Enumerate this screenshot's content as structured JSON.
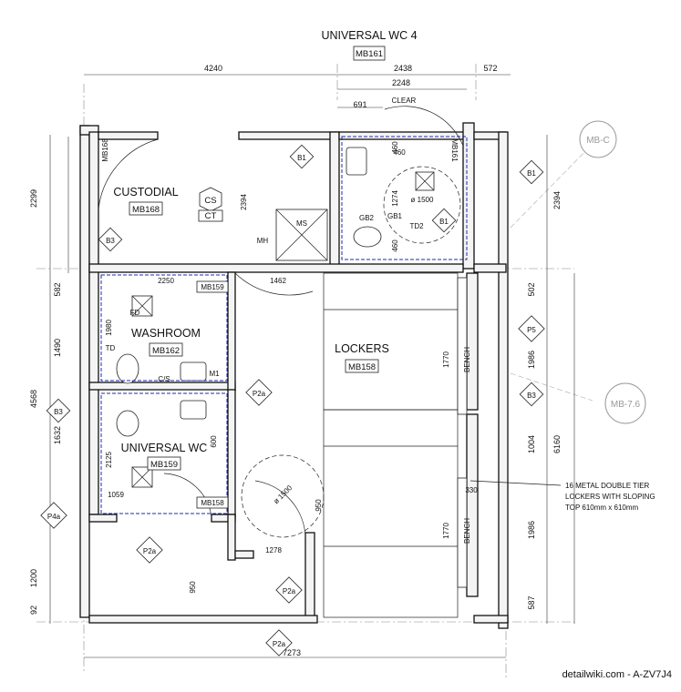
{
  "header": {
    "title": "UNIVERSAL WC 4",
    "room_code": "MB161"
  },
  "grid_refs": {
    "c1": "MB-C",
    "c2": "MB-7.6"
  },
  "top_dims": [
    "4240",
    "2438",
    "572",
    "2248",
    "691",
    "460"
  ],
  "clear_label": "CLEAR",
  "left_dims": [
    "2299",
    "582",
    "1490",
    "4568",
    "1632",
    "1200",
    "92"
  ],
  "right_dims": [
    "2394",
    "502",
    "1986",
    "6160",
    "1004",
    "1986",
    "587"
  ],
  "bottom_dim": "7273",
  "rooms": {
    "custodial": {
      "name": "CUSTODIAL",
      "code": "MB168"
    },
    "washroom": {
      "name": "WASHROOM",
      "code": "MB162"
    },
    "lockers": {
      "name": "LOCKERS",
      "code": "MB158"
    },
    "universal_wc": {
      "name": "UNIVERSAL WC",
      "code": "MB159"
    },
    "wc4": {
      "code": "MB161"
    }
  },
  "labels": {
    "mb168_door": "MB168",
    "mb161_door": "MB161",
    "mb159_top": "MB159",
    "mb158_door": "MB158",
    "cs": "CS",
    "ct": "CT",
    "ms": "MS",
    "mh": "MH",
    "fd": "FD",
    "td": "TD",
    "td2": "TD2",
    "m1": "M1",
    "cs2": "C/S",
    "gb1": "GB1",
    "gb2": "GB2",
    "bench": "BENCH",
    "dim_2250": "2250",
    "dim_1462": "1462",
    "dim_1980": "1980",
    "dim_1770a": "1770",
    "dim_1770b": "1770",
    "dim_2394": "2394",
    "dim_1274": "1274",
    "dia1500a": "ø 1500",
    "dia1500b": "ø 1500",
    "dim_950a": "950",
    "dim_950b": "950",
    "dim_1278": "1278",
    "dim_1059": "1059",
    "dim_600": "600",
    "dim_2125": "2125",
    "dim_330": "330",
    "dim_460b": "460",
    "dim_460c": "460"
  },
  "callouts": {
    "b1a": "B1",
    "b1b": "B1",
    "b1c": "B1",
    "b3a": "B3",
    "b3b": "B3",
    "b3c": "B3",
    "p5": "P5",
    "p2a_a": "P2a",
    "p2a_b": "P2a",
    "p2a_c": "P2a",
    "p2a_d": "P2a",
    "p4a": "P4a"
  },
  "note": [
    "16 METAL DOUBLE TIER",
    "LOCKERS WITH SLOPING",
    "TOP 610mm x 610mm"
  ],
  "watermark": "detailwiki.com - A-ZV7J4",
  "colors": {
    "accent": "#1a2bb0",
    "wall": "#111111",
    "grid": "#999999"
  }
}
